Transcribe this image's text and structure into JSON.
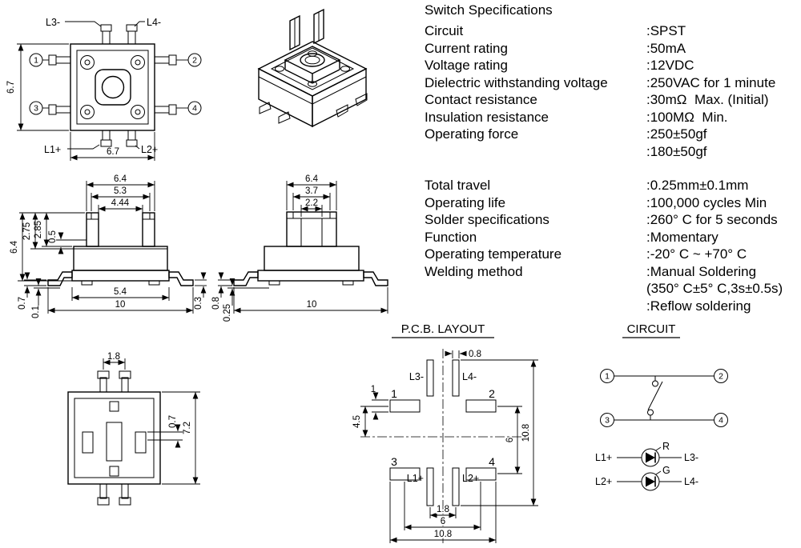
{
  "page": {
    "background": "#ffffff",
    "ink": "#000000"
  },
  "specs": {
    "title": "Switch Specifications",
    "rows": [
      {
        "label": "Circuit",
        "value": ":SPST"
      },
      {
        "label": "Current rating",
        "value": ":50mA"
      },
      {
        "label": "Voltage rating",
        "value": ":12VDC"
      },
      {
        "label": "Dielectric withstanding voltage",
        "value": ":250VAC for 1 minute"
      },
      {
        "label": "Contact resistance",
        "value": ":30mΩ  Max. (Initial)"
      },
      {
        "label": "Insulation resistance",
        "value": ":100MΩ  Min."
      },
      {
        "label": "Operating force",
        "value": ":250±50gf"
      },
      {
        "label": "",
        "value": ":180±50gf"
      },
      {
        "label": "Total travel",
        "value": ":0.25mm±0.1mm"
      },
      {
        "label": "Operating life",
        "value": ":100,000 cycles Min"
      },
      {
        "label": "Solder specifications",
        "value": ":260° C for 5 seconds"
      },
      {
        "label": "Function",
        "value": ":Momentary"
      },
      {
        "label": "Operating temperature",
        "value": ":-20° C ~ +70° C"
      },
      {
        "label": "Welding method",
        "value": ":Manual Soldering"
      },
      {
        "label": "",
        "value": "(350° C±5° C,3s±0.5s)"
      },
      {
        "label": "",
        "value": ":Reflow soldering"
      }
    ]
  },
  "top_view": {
    "pin1": "1",
    "pin2": "2",
    "pin3": "3",
    "pin4": "4",
    "lead_l1": "L1+",
    "lead_l2": "L2+",
    "lead_l3": "L3-",
    "lead_l4": "L4-",
    "dim_height": "6.7",
    "dim_width": "6.7"
  },
  "front_view": {
    "dim_top_outer": "6.4",
    "dim_top_mid": "5.3",
    "dim_top_inner": "4.44",
    "dim_post_h": "2.85",
    "dim_body_h": "2.75",
    "dim_step": "0.5",
    "dim_overall_h": "6.4",
    "dim_lead_t": "0.7",
    "dim_standoff": "0.1",
    "dim_base_w": "5.4",
    "dim_overall_w": "10",
    "dim_lead_h": "0.3"
  },
  "side_view": {
    "dim_top_outer": "6.4",
    "dim_top_mid": "3.7",
    "dim_top_inner": "2.2",
    "dim_lead_t": "0.8",
    "dim_standoff": "0.25",
    "dim_overall_w": "10"
  },
  "bottom_view": {
    "dim_lead_pitch": "1.8",
    "dim_slot": "0.7",
    "dim_overall_h": "7.2"
  },
  "pcb_layout": {
    "title": "P.C.B. LAYOUT",
    "pad1": "1",
    "pad2": "2",
    "pad3": "3",
    "pad4": "4",
    "lead_l1": "L1+",
    "lead_l2": "L2+",
    "lead_l3": "L3-",
    "lead_l4": "L4-",
    "dim_pad_gap": "0.8",
    "dim_pad_h": "1",
    "dim_upper": "4.5",
    "dim_row_pitch": "6",
    "dim_overall_h": "10.8",
    "dim_led_pitch": "1.8",
    "dim_pad_span": "6",
    "dim_overall_w": "10.8"
  },
  "circuit": {
    "title": "CIRCUIT",
    "pin1": "1",
    "pin2": "2",
    "pin3": "3",
    "pin4": "4",
    "led1": {
      "anode": "L1+",
      "label": "R",
      "cathode": "L3-"
    },
    "led2": {
      "anode": "L2+",
      "label": "G",
      "cathode": "L4-"
    }
  }
}
